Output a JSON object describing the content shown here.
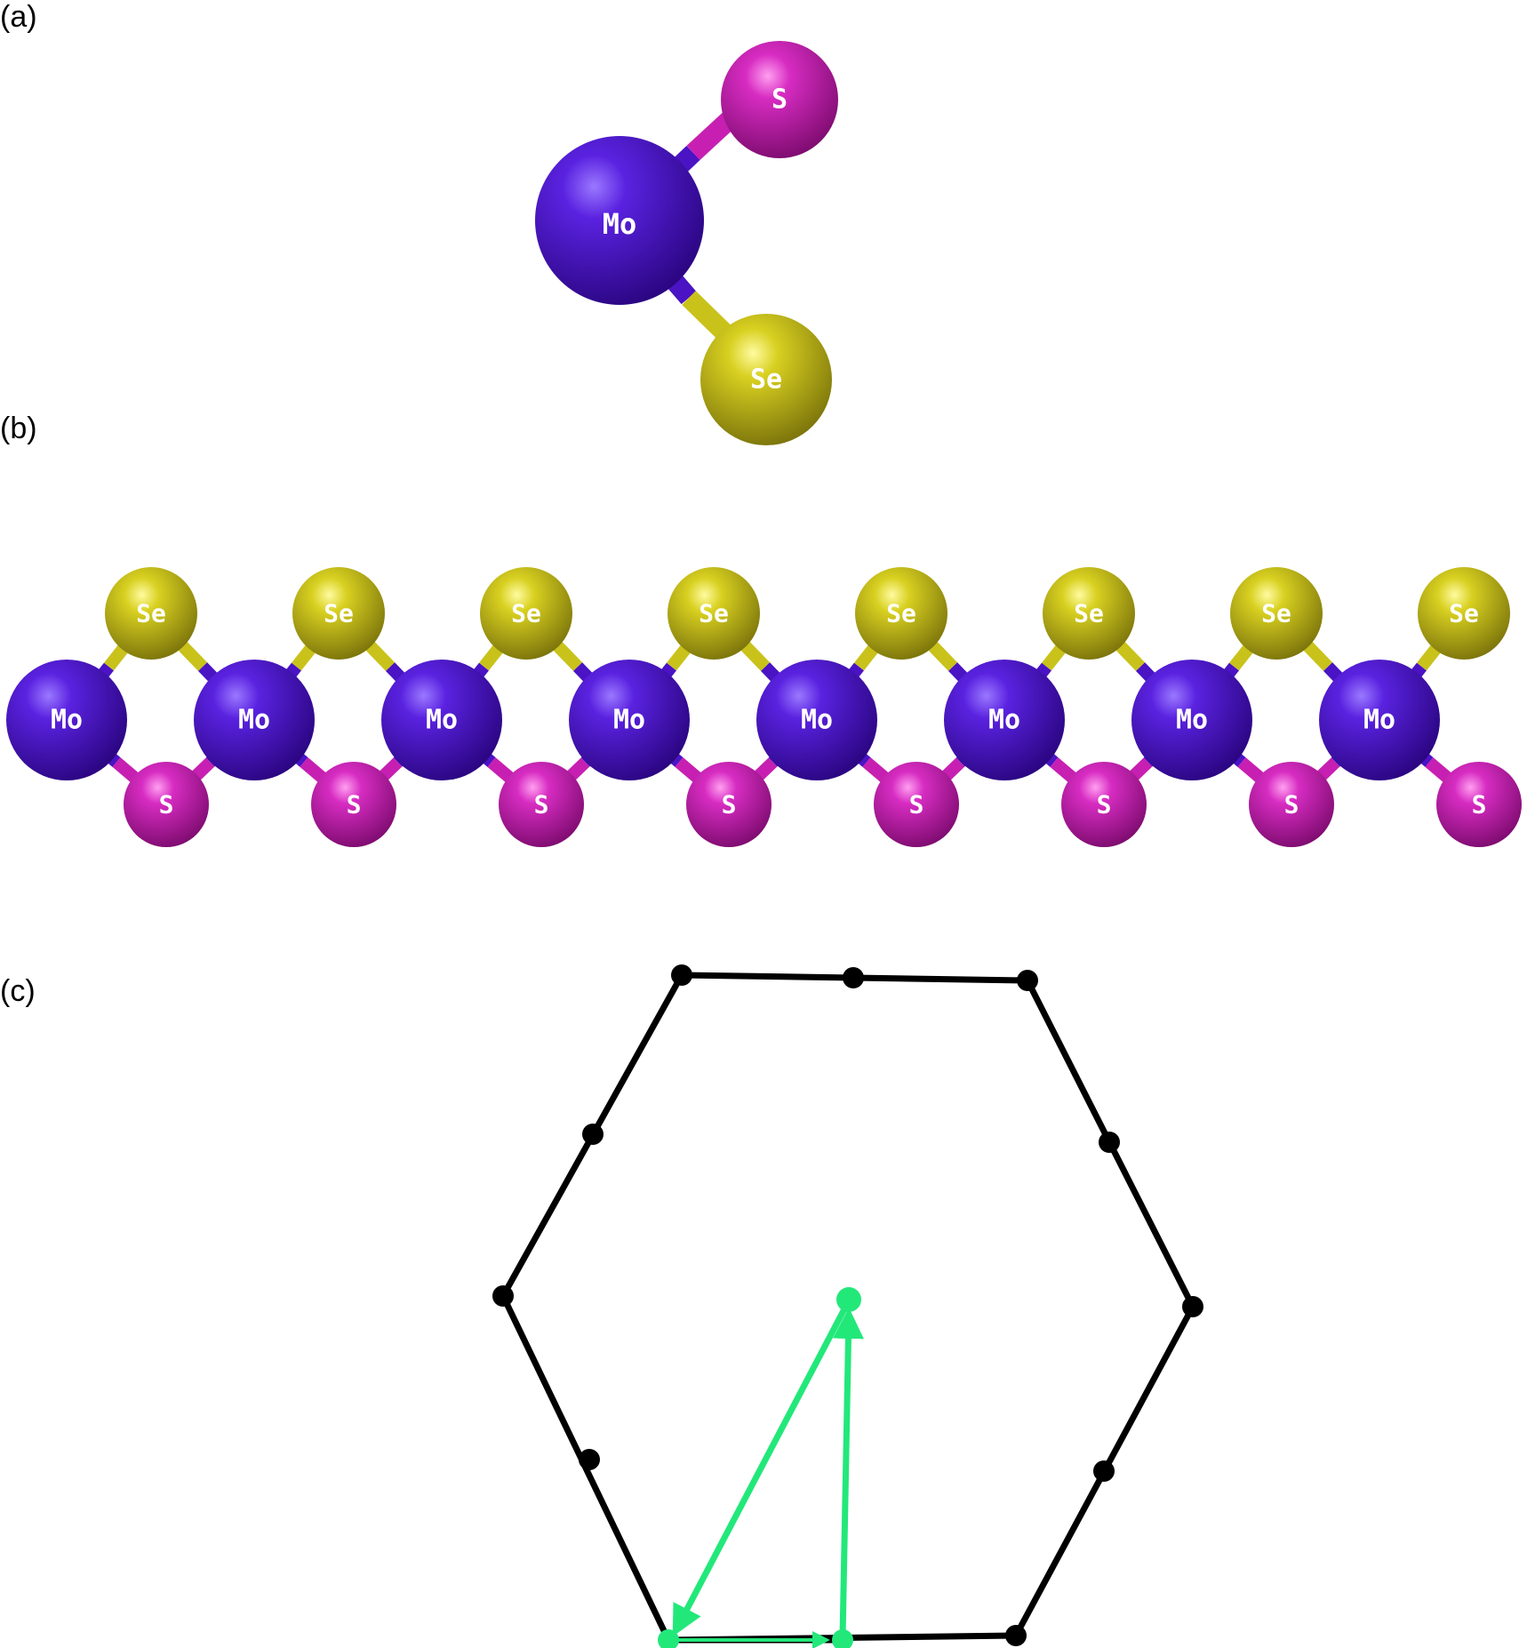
{
  "panels": {
    "a": "(a)",
    "b": "(b)",
    "c": "(c)"
  },
  "atoms": {
    "mo": "Mo",
    "s": "S",
    "se": "Se"
  },
  "colors": {
    "mo": "#4a13c4",
    "s": "#c71fb2",
    "se": "#c9c21b",
    "brillouin_zone": "#000000",
    "k_path": "#22e87a"
  },
  "chain": {
    "unit_count": 8
  }
}
